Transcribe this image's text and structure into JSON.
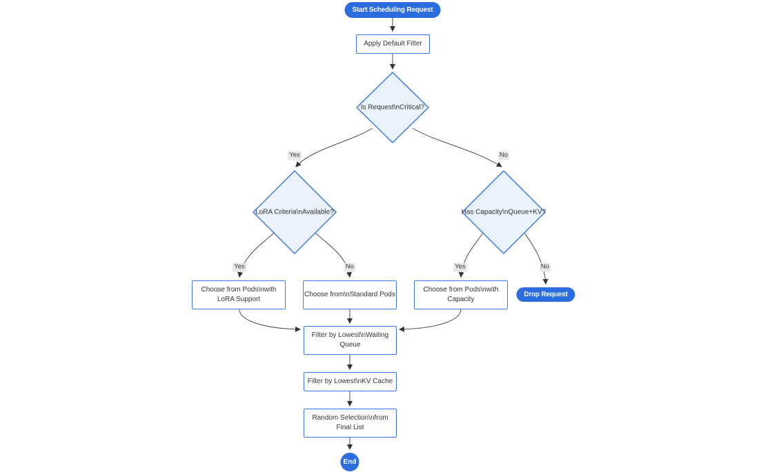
{
  "diagram": {
    "type": "flowchart",
    "nodes": {
      "start": {
        "label": "Start Scheduling Request",
        "shape": "stadium"
      },
      "apply_filter": {
        "label": "Apply Default Filter",
        "shape": "rect"
      },
      "is_critical": {
        "label": "Is Request\\nCritical?",
        "shape": "diamond"
      },
      "lora_criteria": {
        "label": "LoRA Criteria\\nAvailable?",
        "shape": "diamond"
      },
      "has_capacity": {
        "label": "Has Capacity\\nQueue+KV?",
        "shape": "diamond"
      },
      "choose_lora_pods": {
        "label": "Choose from Pods\\nwith LoRA Support",
        "shape": "rect"
      },
      "choose_standard_pods": {
        "label": "Choose from\\nStandard Pods",
        "shape": "rect"
      },
      "choose_capacity_pods": {
        "label": "Choose from Pods\\nwith Capacity",
        "shape": "rect"
      },
      "drop_request": {
        "label": "Drop Request",
        "shape": "stadium"
      },
      "filter_waiting_queue": {
        "label": "Filter by Lowest\\nWaiting Queue",
        "shape": "rect"
      },
      "filter_kv_cache": {
        "label": "Filter by Lowest\\nKV Cache",
        "shape": "rect"
      },
      "random_selection": {
        "label": "Random Selection\\nfrom Final List",
        "shape": "rect"
      },
      "end": {
        "label": "End",
        "shape": "circle"
      }
    },
    "edge_labels": {
      "critical_yes": "Yes",
      "critical_no": "No",
      "lora_yes": "Yes",
      "lora_no": "No",
      "capacity_yes": "Yes",
      "capacity_no": "No"
    },
    "colors": {
      "accent_fill": "#2b6cde",
      "node_border": "#3d79e3",
      "decision_fill": "#eaf2fc",
      "node_fill": "#ffffff",
      "edge_line": "#4a4a4a",
      "arrow": "#333333",
      "edge_label_bg": "#e8e8e8",
      "text": "#333333",
      "pill_text": "#ffffff",
      "background": "#ffffff"
    }
  }
}
